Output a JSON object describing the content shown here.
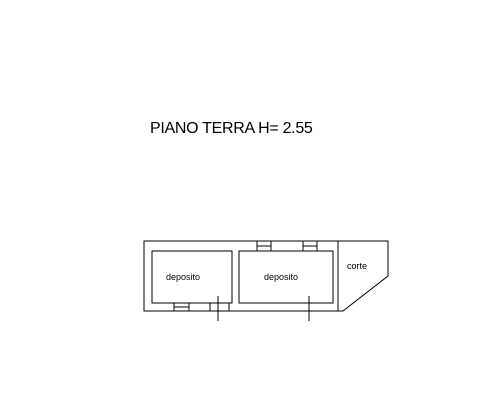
{
  "title": "PIANO TERRA H= 2.55",
  "rooms": [
    {
      "label": "deposito"
    },
    {
      "label": "deposito"
    },
    {
      "label": "corte"
    }
  ],
  "colors": {
    "line": "#000000",
    "background": "#ffffff"
  }
}
